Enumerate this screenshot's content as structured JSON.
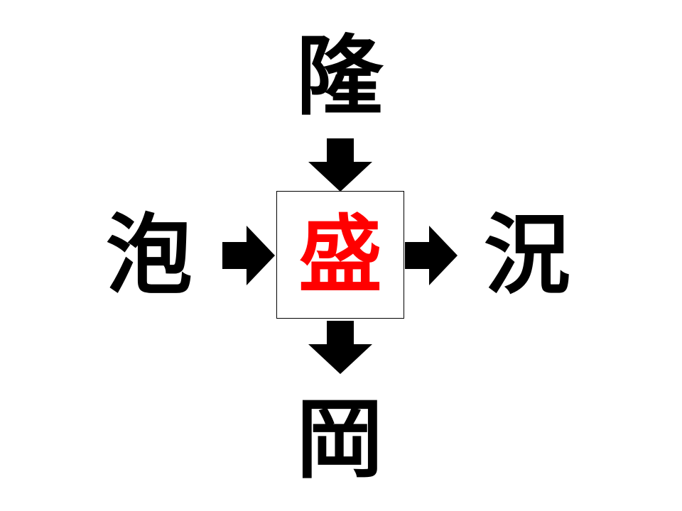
{
  "puzzle": {
    "top": "隆",
    "left": "泡",
    "right": "況",
    "bottom": "岡",
    "center": "盛"
  },
  "colors": {
    "glyph": "#000000",
    "answer": "#ff0000",
    "arrow": "#000000",
    "box_border": "#000000",
    "background": "#ffffff"
  },
  "icons": {
    "arrow_top": "arrow-down-icon",
    "arrow_left": "arrow-right-icon",
    "arrow_right": "arrow-right-icon",
    "arrow_bottom": "arrow-down-icon"
  }
}
